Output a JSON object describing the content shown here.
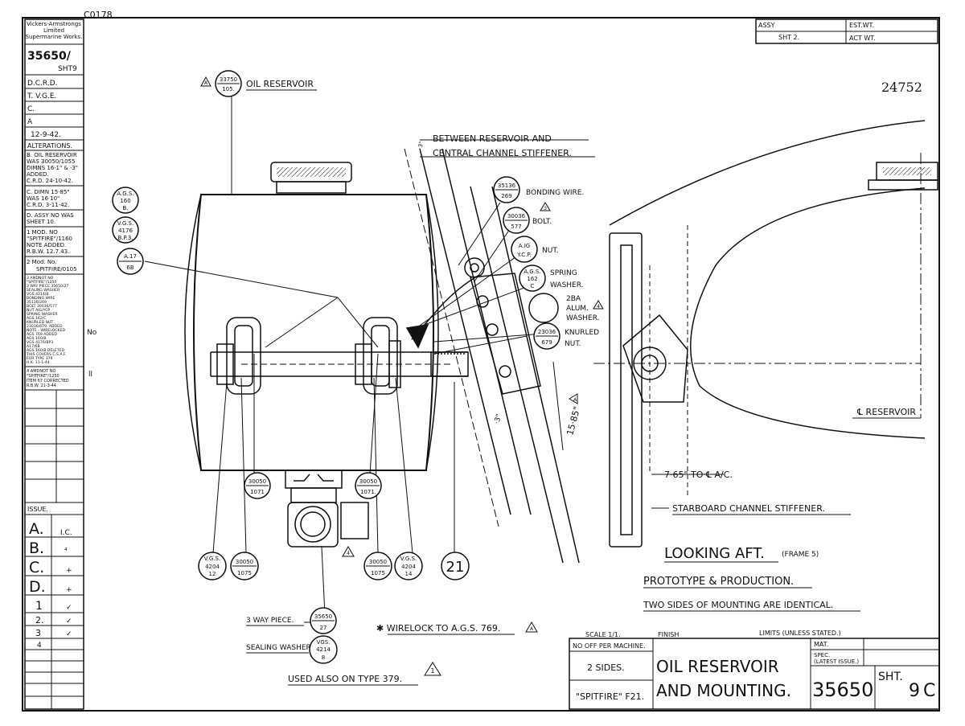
{
  "drawing": {
    "corner_ref": "C0178",
    "handwritten_no": "24752",
    "firm": [
      "Vickers-Armstrongs",
      "Limited",
      "Supermarine Works."
    ],
    "drawing_no": "35650/",
    "sheet_ref": "SHT9",
    "approvals": [
      "D.C.R.D.",
      "T. V.G.E.",
      "C.",
      "A",
      "12-9-42."
    ],
    "alterations_title": "ALTERATIONS.",
    "alterations": [
      "B. OIL RESERVOIR",
      "WAS 30050/1055",
      "DIMNS 16·1\" & ·3\"",
      "ADDED.",
      "C.R.D. 24-10-42.",
      "C. DIMN 15·85\"",
      "WAS 16·10\"",
      "C.R.D. 3-11-42.",
      "D. ASSY NO WAS",
      "SHEET 10.",
      "1  MOD. NO",
      "\"SPITFIRE\"/1160",
      "NOTE ADDED.",
      "R.B.W. 12.7.43.",
      "2  Mod. No.",
      "SPITFIRE/0105"
    ],
    "alteration3": [
      "3  AMDNOT NO",
      "\"SPITFIRE\"/1250",
      "3 WAY PIECE 35650/27",
      "SEALING WASHER",
      "VGS 4214/8",
      "BONDING WIRE",
      "35136/269",
      "BOLT 30036/577",
      "NUT AIG/YCP",
      "SPRING WASHER",
      "AGS 162/C",
      "KNURLED NUT",
      "23036/679. ADDED",
      "NOTE - WIRELOCKED",
      "AGS 769 ADDED",
      "AGS 160/B",
      "VGS 4176/BP3",
      "A17/6B",
      "AGS 160/B DELETED",
      "THIS COVERS C.S.A.F.",
      "FOR TYPE 379",
      "H.K. 11-1-44"
    ],
    "alteration4": [
      "4  AMDNOT NO",
      "\"SPITFIRE\"/1250",
      "ITEM 67 CORRECTED",
      "R.B.W. 21-3-44"
    ],
    "issue_label": "ISSUE.",
    "issue_rows": [
      {
        "letter": "A.",
        "initials": "I.C."
      },
      {
        "letter": "B.",
        "initials": "⁴"
      },
      {
        "letter": "C.",
        "initials": "+"
      },
      {
        "letter": "D.",
        "initials": "+"
      },
      {
        "letter": "1",
        "initials": "✓"
      },
      {
        "letter": "2.",
        "initials": "✓"
      },
      {
        "letter": "3",
        "initials": "✓"
      },
      {
        "letter": "4",
        "initials": ""
      }
    ],
    "margin_notes": [
      "No",
      "ll"
    ],
    "assy_box": {
      "assy": "ASSY",
      "sht": "SHT 2.",
      "est": "EST.WT.",
      "act": "ACT WT."
    }
  },
  "callouts": {
    "oil_reservoir": {
      "num": "33750",
      "den": "105.",
      "label": "OIL RESERVOIR"
    },
    "bonding_wire": {
      "num": "35136",
      "den": "269",
      "label": "BONDING WIRE."
    },
    "bolt": {
      "num": "30036",
      "den": "577",
      "label": "BOLT."
    },
    "nut": {
      "num": "A.IG",
      "den": "Y.C.P.",
      "label": "NUT."
    },
    "spring_washer": {
      "num": "A.G.S.",
      "mid": "162",
      "den": "C",
      "label1": "SPRING",
      "label2": "WASHER."
    },
    "alum_washer": {
      "label1": "2BA",
      "label2": "ALUM.",
      "label3": "WASHER."
    },
    "knurled_nut": {
      "num": "23036",
      "den": "679",
      "label1": "KNURLED",
      "label2": "NUT."
    },
    "ags160": {
      "l1": "A.G.S.",
      "l2": "160",
      "l3": "B."
    },
    "vgs4176": {
      "l1": "V.G.S.",
      "l2": "4176",
      "l3": "B.P.3."
    },
    "a17": {
      "num": "A.17",
      "den": "6B"
    },
    "d30050_1071a": {
      "num": "30050",
      "den": "1071"
    },
    "d30050_1071b": {
      "num": "30050",
      "den": "1071."
    },
    "vgs4204a": {
      "l1": "V.G.S.",
      "l2": "4204",
      "l3": "12"
    },
    "d30050_1075a": {
      "num": "30050",
      "den": "1075"
    },
    "d30050_1075b": {
      "num": "30050",
      "den": "1075"
    },
    "vgs4204b": {
      "l1": "V.G.S.",
      "l2": "4204",
      "l3": "14"
    },
    "item21": "21",
    "three_way": {
      "label": "3 WAY PIECE.",
      "num": "35650",
      "den": "27"
    },
    "sealing": {
      "label": "SEALING WASHER",
      "l1": "VGS.",
      "l2": "4214",
      "l3": "8"
    }
  },
  "annotations": {
    "between1": "BETWEEN RESERVOIR AND",
    "between2": "CENTRAL CHANNEL STIFFENER.",
    "dim_3": "·3\"",
    "dim_1585": "15·85\"",
    "dim_765": "7·65\" TO ℄ A/C.",
    "cl_reservoir": "℄ RESERVOIR",
    "starboard": "STARBOARD CHANNEL STIFFENER.",
    "looking_aft": "LOOKING AFT.",
    "frame": "(FRAME 5)",
    "prototype": "PROTOTYPE & PRODUCTION.",
    "two_sides": "TWO SIDES OF MOUNTING ARE IDENTICAL.",
    "wirelock": "✱ WIRELOCK TO A.G.S. 769.",
    "used_also": "USED ALSO ON TYPE 379.",
    "delta_1": "1",
    "delta_2": "2",
    "delta_3": "3",
    "delta_4": "4",
    "delta_A": "A"
  },
  "title_block": {
    "scale": "SCALE 1/1.",
    "finish": "FINISH",
    "limits": "LIMITS (UNLESS STATED.)",
    "no_off": "NO OFF PER MACHINE.",
    "qty1": "2 SIDES.",
    "qty2": "\"SPITFIRE\" F21.",
    "title1": "OIL RESERVOIR",
    "title2": "AND MOUNTING.",
    "mat": "MAT.",
    "spec1": "SPEC.",
    "spec2": "(LATEST ISSUE.)",
    "drawing_no": "35650",
    "sht_label": "SHT.",
    "sht_no": "9",
    "issue": "C"
  }
}
